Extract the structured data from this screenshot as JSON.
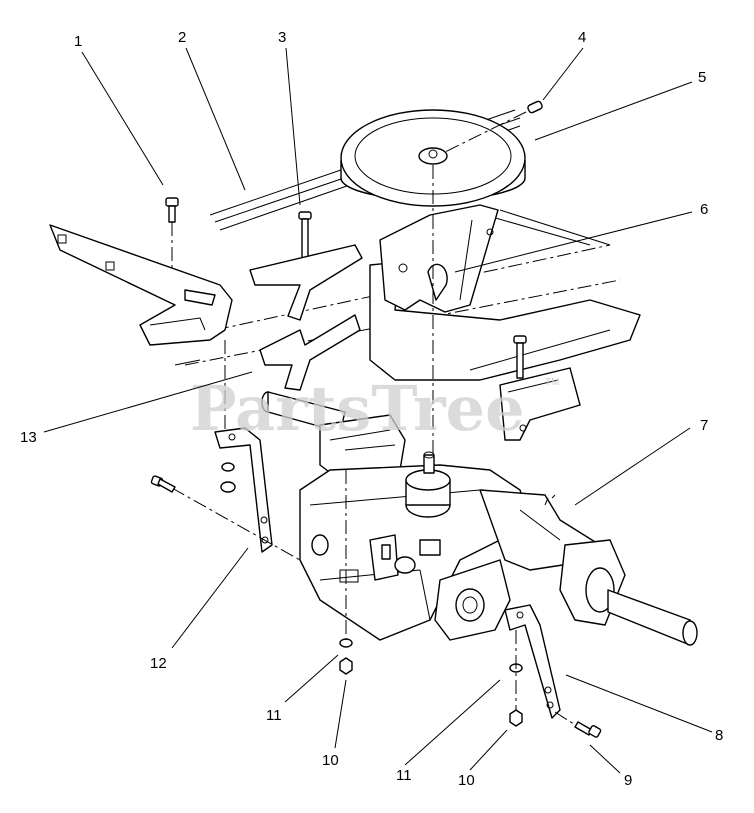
{
  "watermark": {
    "text": "PartsTree",
    "trademark": "TM"
  },
  "callouts": [
    "1",
    "2",
    "3",
    "4",
    "5",
    "6",
    "7",
    "8",
    "9",
    "10",
    "10",
    "11",
    "11",
    "12",
    "13"
  ]
}
